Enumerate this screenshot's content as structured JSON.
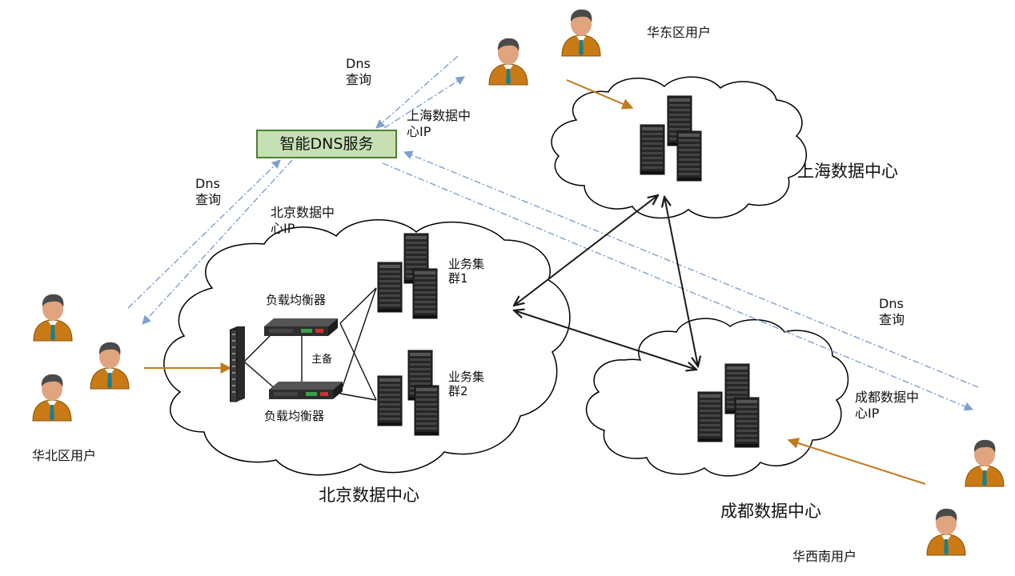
{
  "dns_service": {
    "label": "智能DNS服务"
  },
  "datacenters": {
    "beijing": {
      "name": "北京数据中心"
    },
    "shanghai": {
      "name": "上海数据中心"
    },
    "chengdu": {
      "name": "成都数据中心"
    }
  },
  "users": {
    "north": "华北区用户",
    "east": "华东区用户",
    "southwest": "华西南用户"
  },
  "dns_query": {
    "line1": "Dns",
    "line2": "查询"
  },
  "dns_answers": {
    "shanghai": {
      "line1": "上海数据中",
      "line2": "心IP"
    },
    "beijing": {
      "line1": "北京数据中",
      "line2": "心IP"
    },
    "chengdu": {
      "line1": "成都数据中",
      "line2": "心IP"
    }
  },
  "beijing_components": {
    "load_balancer_top": "负载均衡器",
    "load_balancer_bottom": "负载均衡器",
    "ha_label": "主备",
    "cluster1": {
      "line1": "业务集",
      "line2": "群1"
    },
    "cluster2": {
      "line1": "业务集",
      "line2": "群2"
    }
  },
  "colors": {
    "dns_box_fill": "#c6e0b4",
    "dns_box_border": "#4e7d33",
    "dns_flow": "#7f9fcf",
    "user_flow": "#c07a1a",
    "dc_link": "#1a1a1a",
    "server": "#2b2b2b"
  },
  "icons": {
    "user": "user-avatar-icon",
    "server": "server-rack-icon",
    "switch": "network-switch-icon",
    "load_balancer": "load-balancer-appliance-icon",
    "cloud": "cloud-outline"
  }
}
